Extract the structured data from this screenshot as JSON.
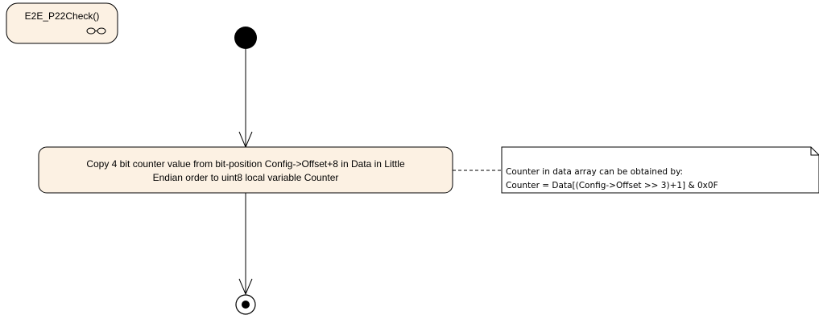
{
  "diagram": {
    "activity_frame": {
      "title": "E2E_P22Check()",
      "icon": "rake-icon"
    },
    "action": {
      "line1": "Copy 4 bit counter value from bit-position Config->Offset+8 in Data in Little",
      "line2": "Endian order to uint8 local variable Counter"
    },
    "note": {
      "line1": "Counter in data array can be obtained by:",
      "line2": "Counter = Data[(Config->Offset >> 3)+1] & 0x0F"
    },
    "colors": {
      "action_fill": "#FCF1E3",
      "node_fill": "#000000",
      "stroke": "#000000",
      "note_fill": "#FFFFFF"
    }
  }
}
